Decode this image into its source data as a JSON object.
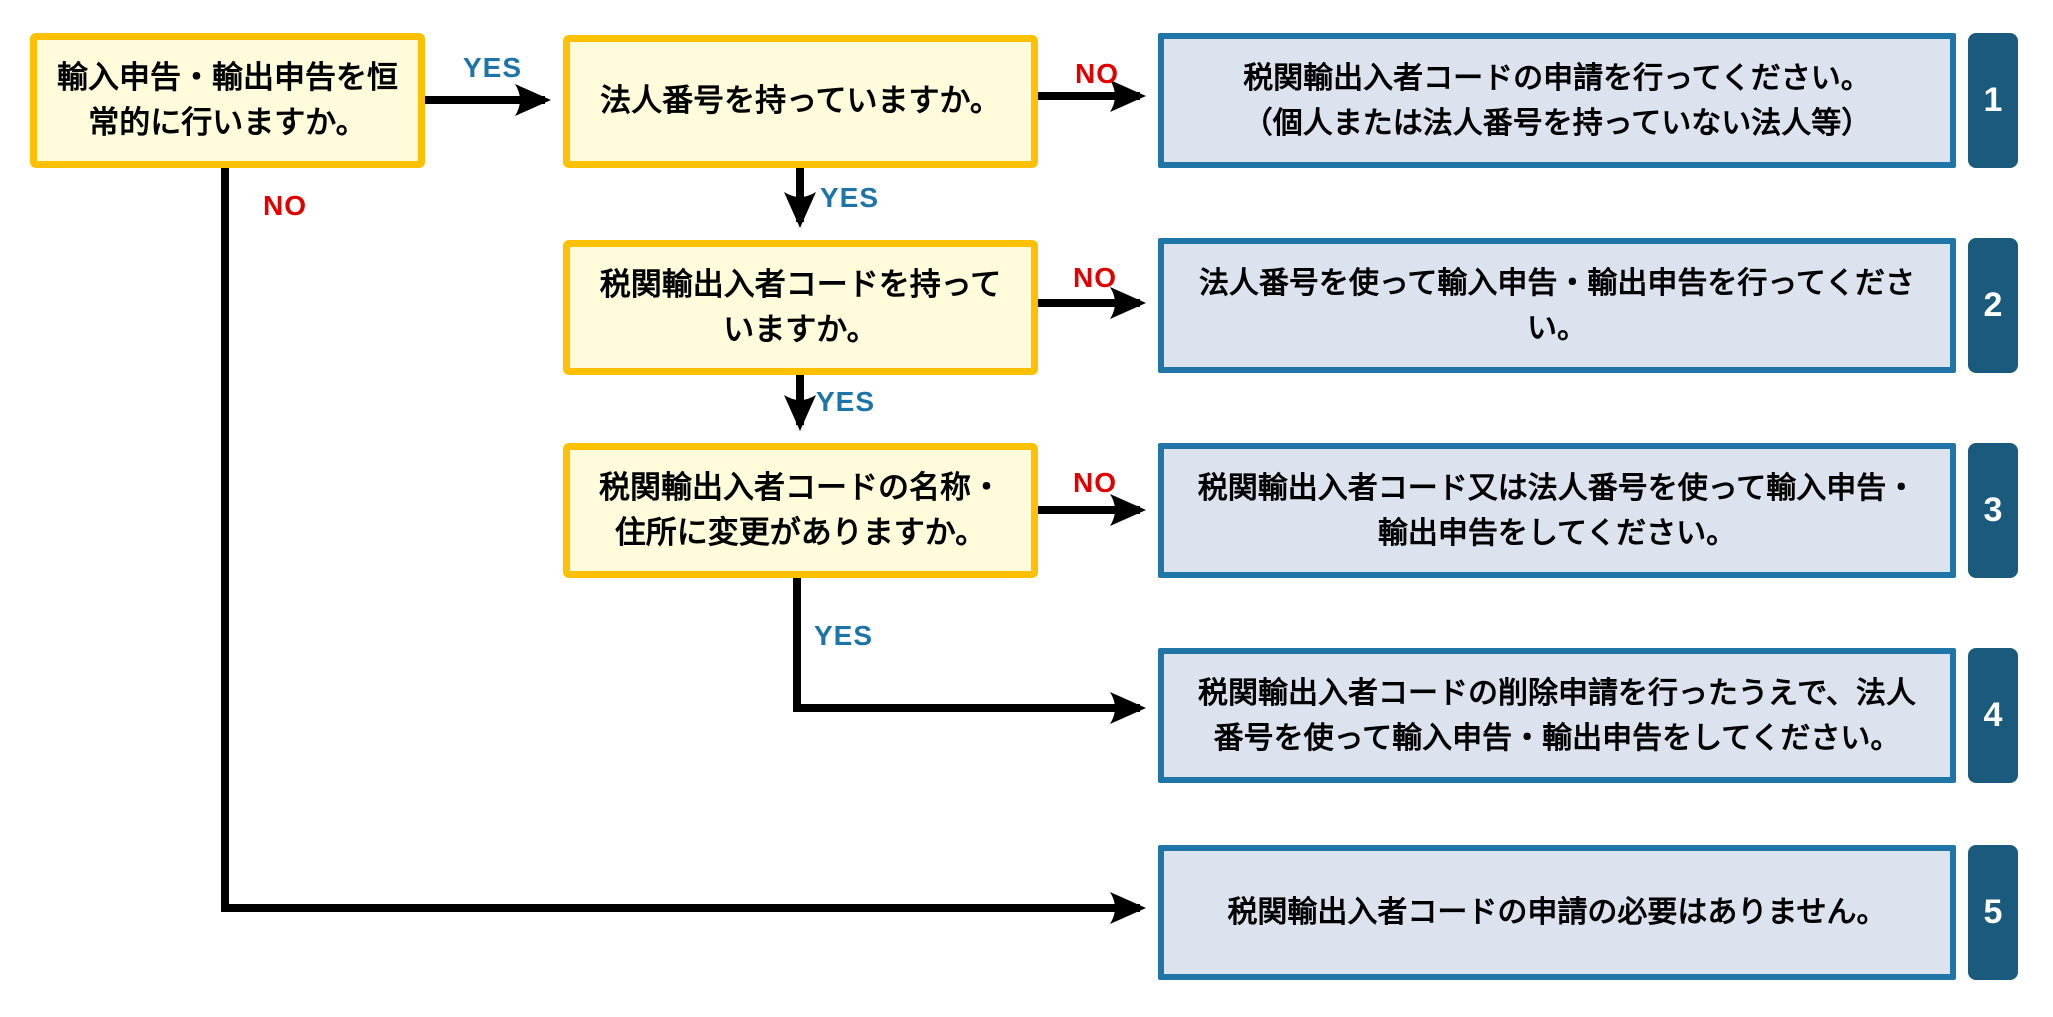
{
  "flowchart": {
    "questions": [
      {
        "number_of_lines": 2,
        "text": "輸入申告・輸出申告を恒\n常的に行いますか。"
      },
      {
        "number_of_lines": 1,
        "text": "法人番号を持っていますか。"
      },
      {
        "number_of_lines": 2,
        "text": "税関輸出入者コードを持って\nいますか。"
      },
      {
        "number_of_lines": 2,
        "text": "税関輸出入者コードの名称・\n住所に変更がありますか。"
      }
    ],
    "results": [
      {
        "number": "1",
        "text": "税関輸出入者コードの申請を行ってください。\n（個人または法人番号を持っていない法人等）"
      },
      {
        "number": "2",
        "text": "法人番号を使って輸入申告・輸出申告を行ってくださ\nい。"
      },
      {
        "number": "3",
        "text": "税関輸出入者コード又は法人番号を使って輸入申告・\n輸出申告をしてください。"
      },
      {
        "number": "4",
        "text": "税関輸出入者コードの削除申請を行ったうえで、法人\n番号を使って輸入申告・輸出申告をしてください。"
      },
      {
        "number": "5",
        "text": "税関輸出入者コードの申請の必要はありません。"
      }
    ],
    "edges": [
      {
        "id": "q1-to-q2",
        "label": "YES",
        "kind": "yes"
      },
      {
        "id": "q2-to-r1",
        "label": "NO",
        "kind": "no"
      },
      {
        "id": "q2-to-q3",
        "label": "YES",
        "kind": "yes"
      },
      {
        "id": "q3-to-r2",
        "label": "NO",
        "kind": "no"
      },
      {
        "id": "q3-to-q4",
        "label": "YES",
        "kind": "yes"
      },
      {
        "id": "q4-to-r3",
        "label": "NO",
        "kind": "no"
      },
      {
        "id": "q4-to-r4",
        "label": "YES",
        "kind": "yes"
      },
      {
        "id": "q1-to-r5",
        "label": "NO",
        "kind": "no"
      }
    ],
    "colors": {
      "question_fill": "#FFFBDB",
      "question_border": "#FFC000",
      "result_fill": "#DCE3EF",
      "result_border": "#1F76A6",
      "tab_fill": "#1A5A7D",
      "yes_label": "#1C74A8",
      "no_label": "#E00000",
      "arrow": "#000000"
    }
  }
}
